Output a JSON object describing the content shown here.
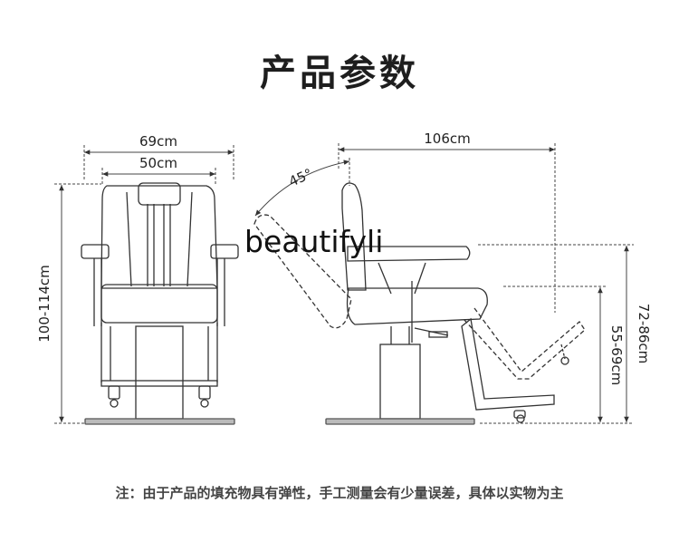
{
  "title": "产品参数",
  "watermark": "beautifyli",
  "dimensions": {
    "overall_width": "69cm",
    "seat_width": "50cm",
    "height": "100-114cm",
    "length": "106cm",
    "angle": "45°",
    "seat_height": "55-69cm",
    "armrest_height": "72-86cm"
  },
  "note": "注：由于产品的填充物具有弹性，手工测量会有少量误差，具体以实物为主"
}
